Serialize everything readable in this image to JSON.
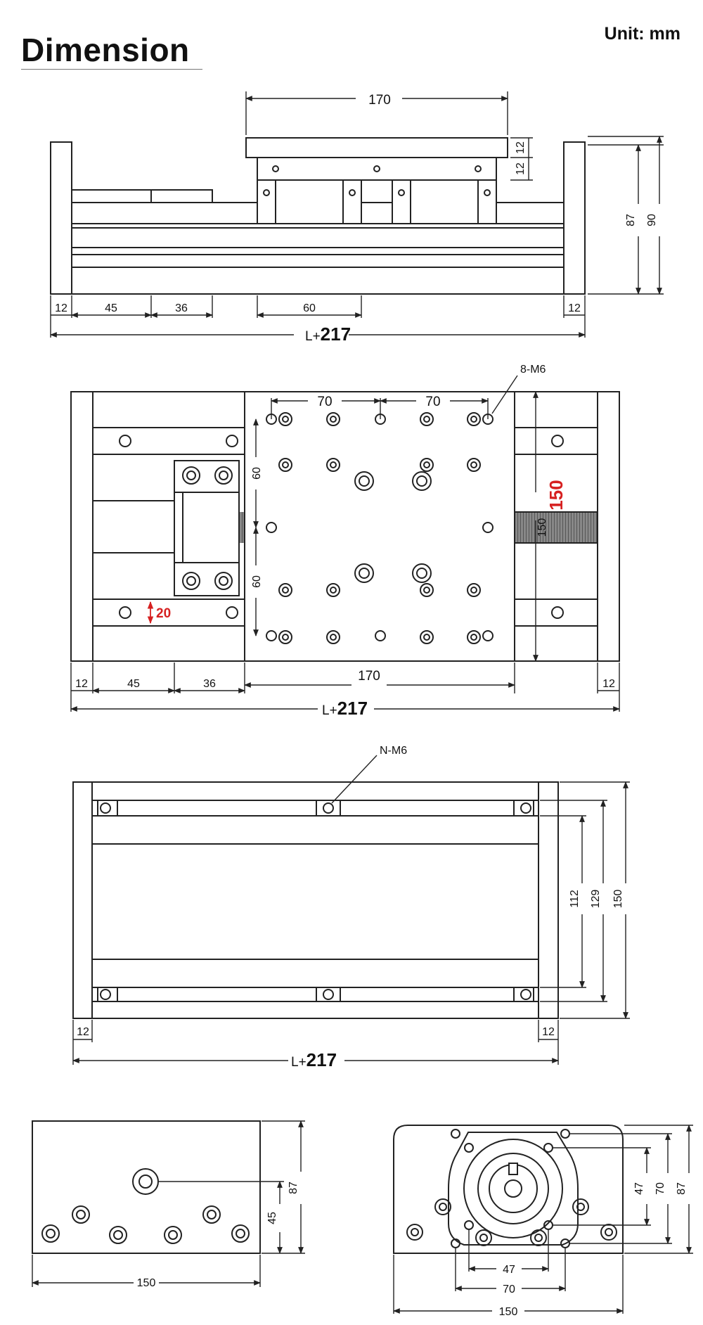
{
  "header": {
    "title": "Dimension",
    "unit": "Unit: mm"
  },
  "colors": {
    "line": "#222222",
    "fill": "#ffffff",
    "highlight": "#d62020"
  },
  "side_view": {
    "top_width": "170",
    "plate_thickness_1": "12",
    "plate_thickness_2": "12",
    "height_inner": "87",
    "height_outer": "90",
    "end_left": "12",
    "seg_a": "45",
    "seg_b": "36",
    "seg_c": "60",
    "end_right": "12",
    "total_prefix": "L+",
    "total_value": "217"
  },
  "top_view": {
    "holes_label": "8-M6",
    "spacing_1": "70",
    "spacing_2": "70",
    "vertical_1": "60",
    "vertical_2": "60",
    "rail_width": "150",
    "rail_width_small": "150",
    "offset_red": "20",
    "end_left": "12",
    "seg_a": "45",
    "seg_b": "36",
    "table_width": "170",
    "end_right": "12",
    "total_prefix": "L+",
    "total_value": "217"
  },
  "bottom_view": {
    "holes_label": "N-M6",
    "dim_112": "112",
    "dim_129": "129",
    "dim_150": "150",
    "end_left": "12",
    "end_right": "12",
    "total_prefix": "L+",
    "total_value": "217"
  },
  "end_view_left": {
    "height": "87",
    "hole_height": "45",
    "width": "150"
  },
  "end_view_right": {
    "dim_47_v": "47",
    "dim_70_v": "70",
    "dim_87": "87",
    "dim_47_h": "47",
    "dim_70_h": "70",
    "dim_150": "150"
  }
}
